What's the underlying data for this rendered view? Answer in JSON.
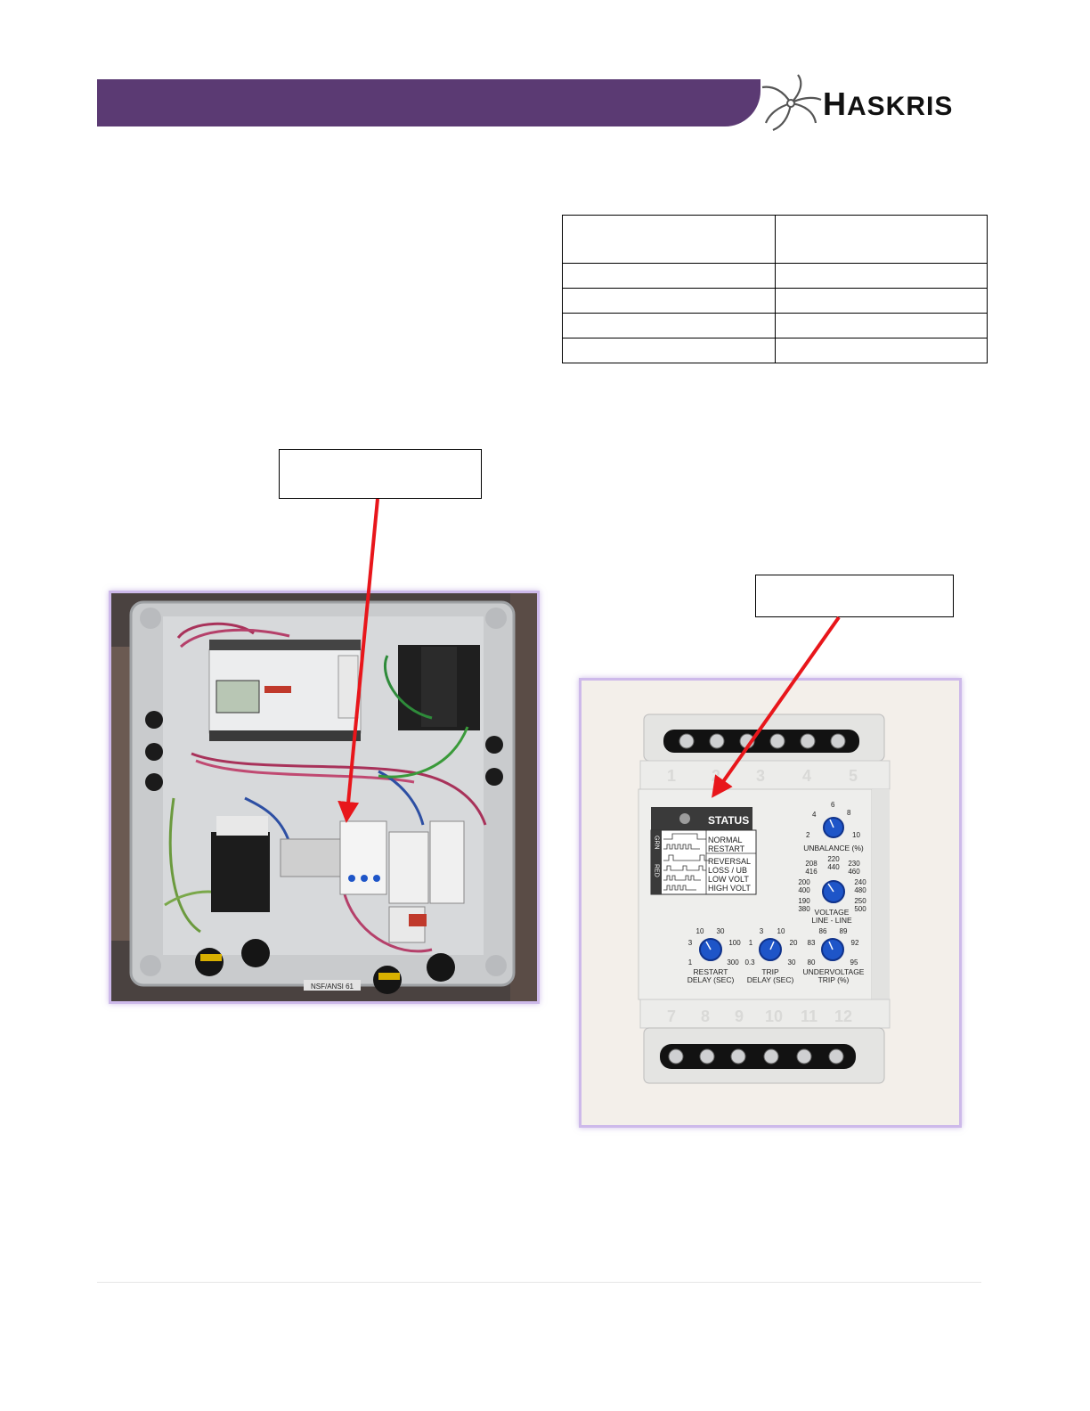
{
  "header": {
    "logo_prefix": "H",
    "logo_rest": "ASKRIS"
  },
  "relay": {
    "terminals_top": [
      "1",
      "2",
      "3",
      "4",
      "5"
    ],
    "terminals_bottom": [
      "7",
      "8",
      "9",
      "10",
      "11",
      "12"
    ],
    "status_title": "STATUS",
    "grn_label": "GRN",
    "red_label": "RED",
    "status_items": [
      "NORMAL",
      "RESTART",
      "REVERSAL",
      "LOSS / UB",
      "LOW VOLT",
      "HIGH VOLT"
    ],
    "unbalance": {
      "label": "UNBALANCE (%)",
      "ticks": [
        "2",
        "4",
        "6",
        "8",
        "10"
      ]
    },
    "voltage": {
      "label_line1": "VOLTAGE",
      "label_line2": "LINE - LINE",
      "ticks": [
        "208",
        "416",
        "220",
        "440",
        "230",
        "460",
        "200",
        "400",
        "240",
        "480",
        "190",
        "380",
        "250",
        "500"
      ]
    },
    "restart": {
      "label_line1": "RESTART",
      "label_line2": "DELAY (SEC)",
      "ticks": [
        "10",
        "30",
        "3",
        "100",
        "1",
        "300"
      ]
    },
    "trip": {
      "label_line1": "TRIP",
      "label_line2": "DELAY (SEC)",
      "ticks": [
        "3",
        "10",
        "1",
        "20",
        "0.3",
        "30"
      ]
    },
    "undervoltage": {
      "label_line1": "UNDERVOLTAGE",
      "label_line2": "TRIP (%)",
      "ticks": [
        "86",
        "89",
        "83",
        "92",
        "80",
        "95"
      ]
    }
  },
  "panel_photo": {
    "nsf_label": "NSF/ANSI 61"
  },
  "colors": {
    "header": "#5b3a73",
    "arrow": "#e8161b",
    "knob": "#1e55c8",
    "photo_border": "#cdb9ea"
  }
}
